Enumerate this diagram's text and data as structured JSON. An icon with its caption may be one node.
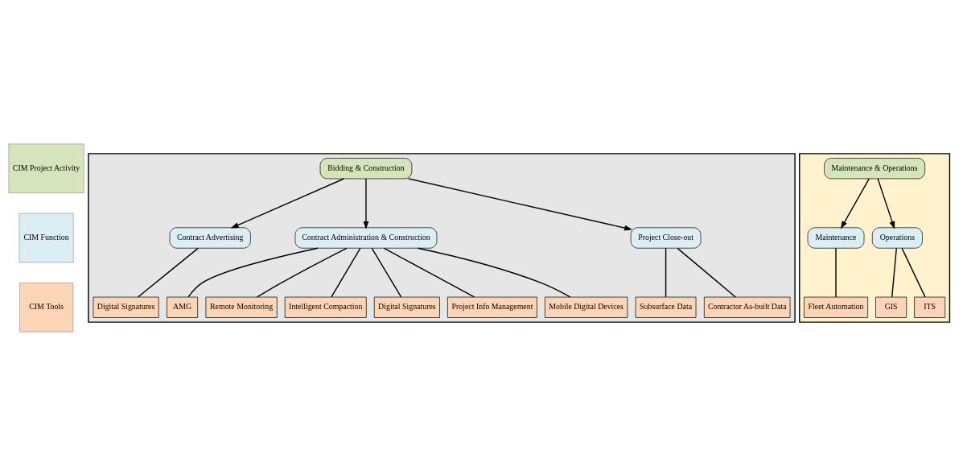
{
  "diagram": {
    "nodes": [
      {
        "text": [
          "CIM Project Activity"
        ]
      },
      {
        "text": [
          "CIM Function"
        ]
      },
      {
        "text": [
          "CIM Tools"
        ]
      },
      {
        "text": [],
        "shape": "box"
      },
      {
        "text": [
          "Bidding & Construction"
        ],
        "in": 3
      },
      {
        "text": [
          "Contract Advertising"
        ],
        "in": 3
      },
      {
        "text": [
          "Contract Administration & Construction"
        ],
        "in": 3
      },
      {
        "text": [
          "Project Close-out"
        ],
        "in": 3
      },
      {
        "text": [
          "Digital Signatures"
        ],
        "in": 3
      },
      {
        "text": [
          "AMG"
        ],
        "in": 3
      },
      {
        "text": [
          "Remote Monitoring"
        ],
        "in": 3
      },
      {
        "text": [
          "Subsurface Data"
        ],
        "in": 3
      },
      {
        "text": [
          "Intelligent Compaction"
        ],
        "in": 3
      },
      {
        "text": [
          "Digital Signatures"
        ],
        "in": 3
      },
      {
        "text": [
          "Contractor As-built Data"
        ],
        "in": 3
      },
      {
        "text": [
          "Project Info Management"
        ],
        "in": 3
      },
      {
        "text": [
          "Mobile Digital Devices"
        ],
        "in": 3
      },
      {
        "text": [],
        "shape": "box"
      },
      {
        "text": [
          "Maintenance & Operations"
        ],
        "in": 17
      },
      {
        "text": [
          "Maintenance"
        ],
        "in": 17
      },
      {
        "text": [
          "Operations"
        ],
        "in": 17
      },
      {
        "text": [
          "Fleet Automation"
        ],
        "in": 17
      },
      {
        "text": [
          "GIS"
        ],
        "in": 17
      },
      {
        "text": [
          "ITS"
        ],
        "in": 17
      }
    ],
    "edges": [
      {
        "from": 4,
        "to": 5,
        "arrow": "to"
      },
      {
        "from": 4,
        "to": 6,
        "arrow": "to"
      },
      {
        "from": 4,
        "to": 7,
        "arrow": "to"
      },
      {
        "from": 5,
        "to": 8,
        "arrow": "none"
      },
      {
        "from": 6,
        "to": 9,
        "arrow": "none"
      },
      {
        "from": 6,
        "to": 10,
        "arrow": "none"
      },
      {
        "from": 6,
        "to": 12,
        "arrow": "none"
      },
      {
        "from": 6,
        "to": 13,
        "arrow": "none"
      },
      {
        "from": 6,
        "to": 15,
        "arrow": "none"
      },
      {
        "from": 6,
        "to": 16,
        "arrow": "none"
      },
      {
        "from": 7,
        "to": 11,
        "arrow": "none"
      },
      {
        "from": 7,
        "to": 14,
        "arrow": "none"
      },
      {
        "from": 18,
        "to": 19,
        "arrow": "to"
      },
      {
        "from": 18,
        "to": 20,
        "arrow": "to"
      },
      {
        "from": 19,
        "to": 21,
        "arrow": "none"
      },
      {
        "from": 20,
        "to": 22,
        "arrow": "none"
      },
      {
        "from": 20,
        "to": 23,
        "arrow": "none"
      }
    ]
  }
}
